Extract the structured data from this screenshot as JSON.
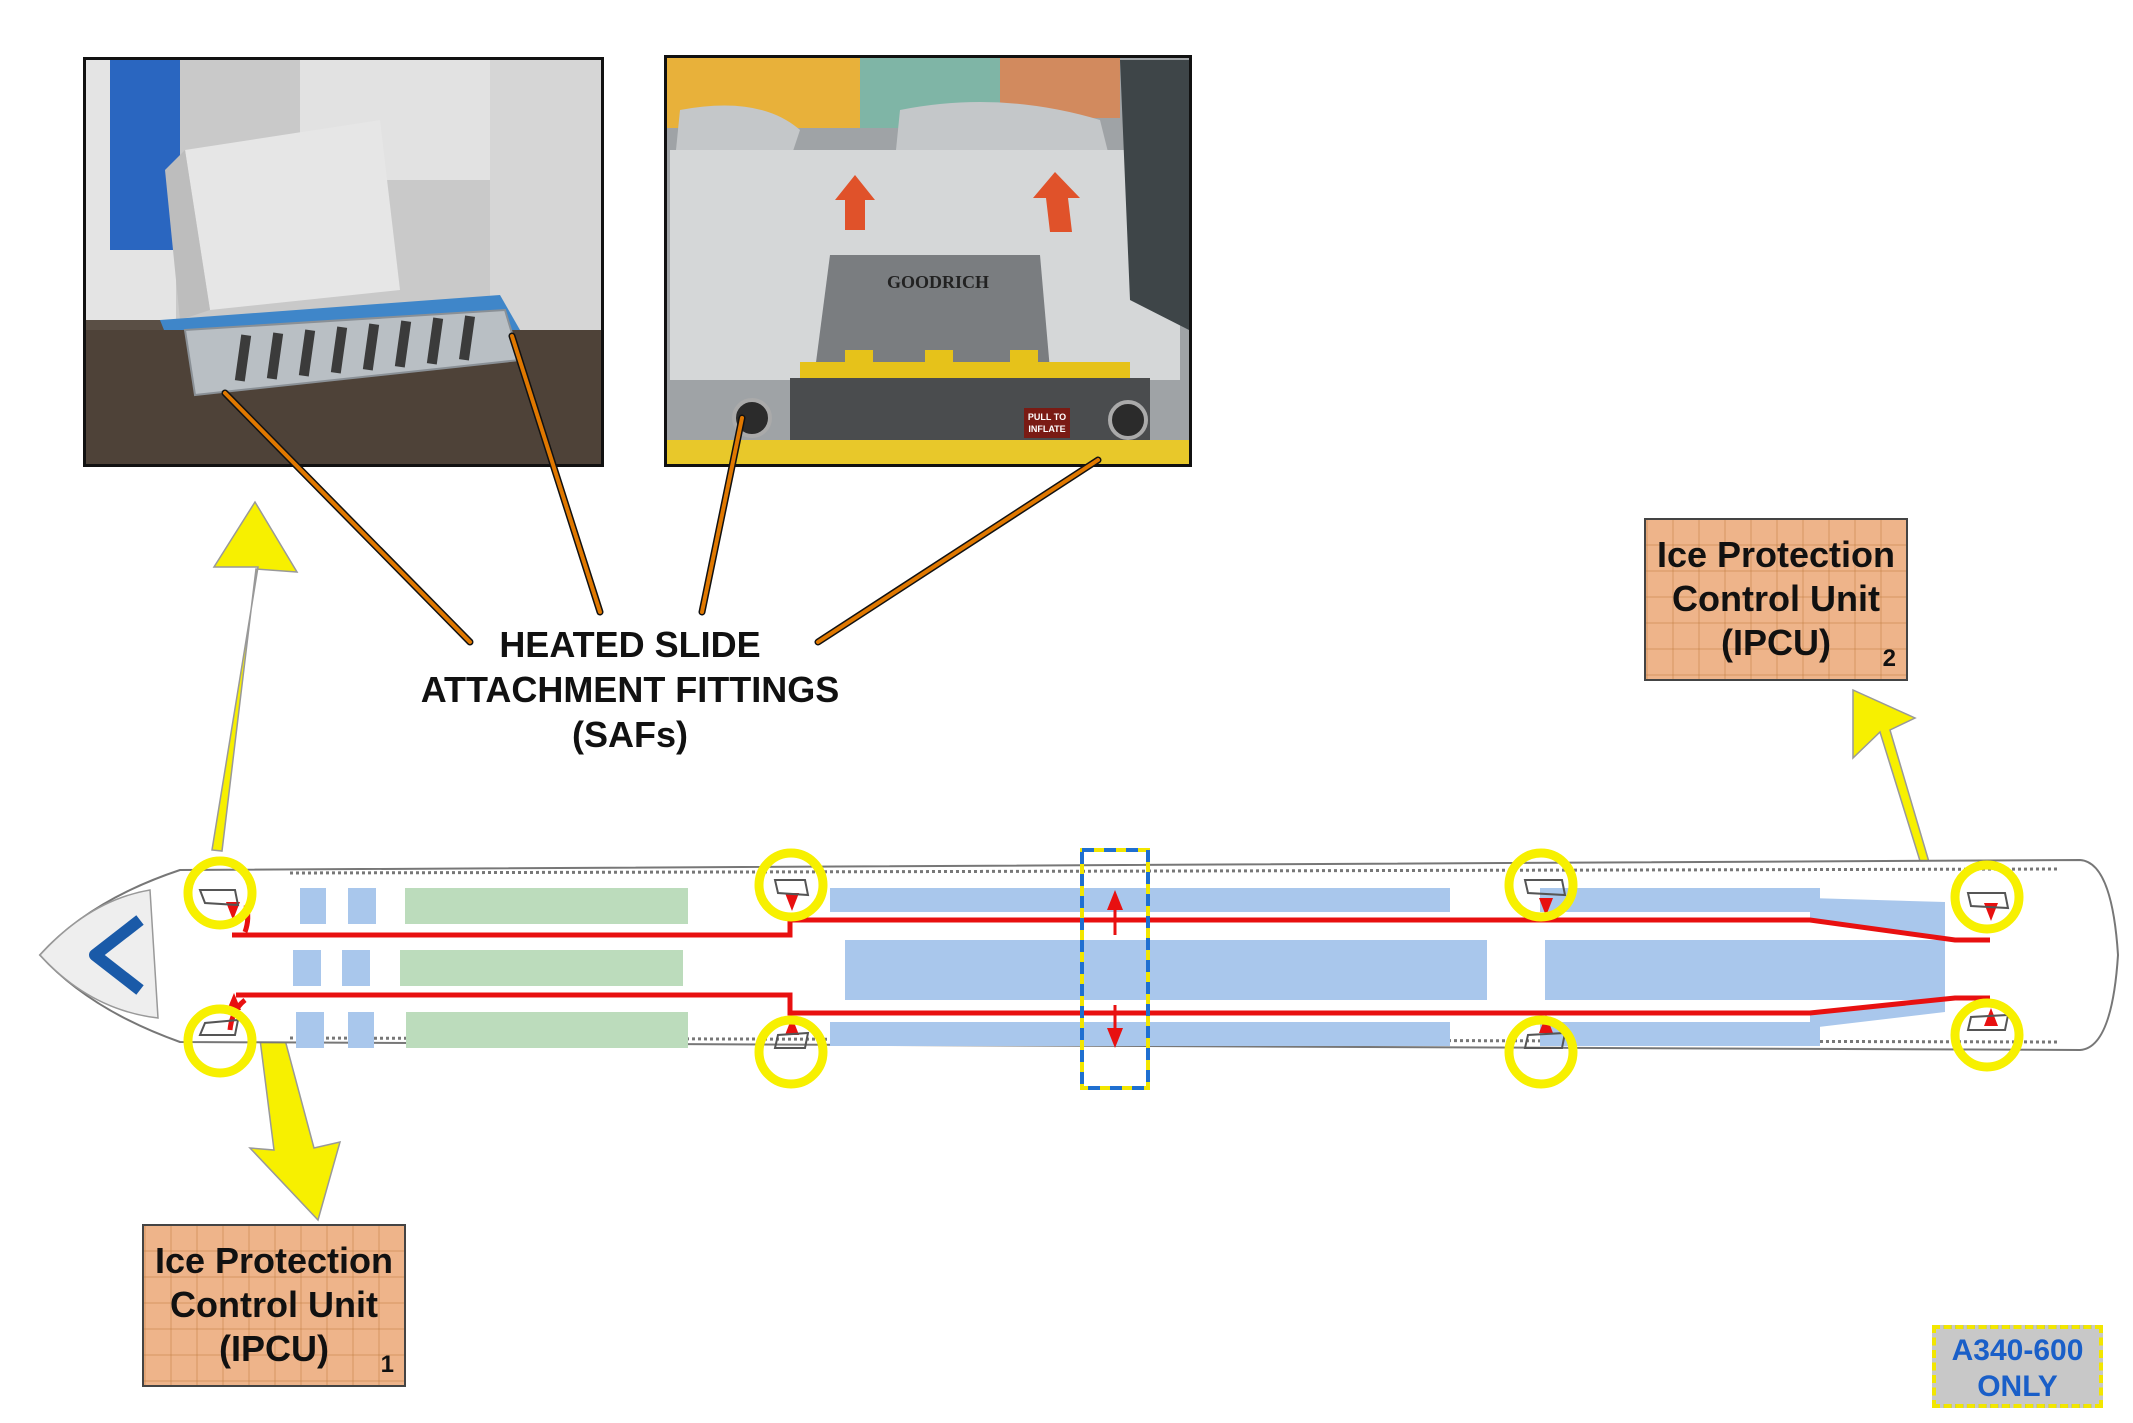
{
  "saf_label": {
    "line1": "HEATED SLIDE",
    "line2": "ATTACHMENT FITTINGS",
    "line3": "(SAFs)"
  },
  "ipcu_1": {
    "line1": "Ice Protection",
    "line2": "Control Unit",
    "line3": "(IPCU)",
    "number": "1"
  },
  "ipcu_2": {
    "line1": "Ice Protection",
    "line2": "Control Unit",
    "line3": "(IPCU)",
    "number": "2"
  },
  "photo_right": {
    "brand": "GOODRICH",
    "tag_line1": "PULL TO",
    "tag_line2": "INFLATE"
  },
  "badge": {
    "line1": "A340-600",
    "line2": "ONLY"
  },
  "colors": {
    "callout_yellow": "#f7f000",
    "heater_red": "#e81010",
    "leader_orange": "#e07800",
    "cabin_blue": "#a9c7ec",
    "cabin_green": "#bcdcbc",
    "ipcu_fill": "#eeb48a"
  }
}
